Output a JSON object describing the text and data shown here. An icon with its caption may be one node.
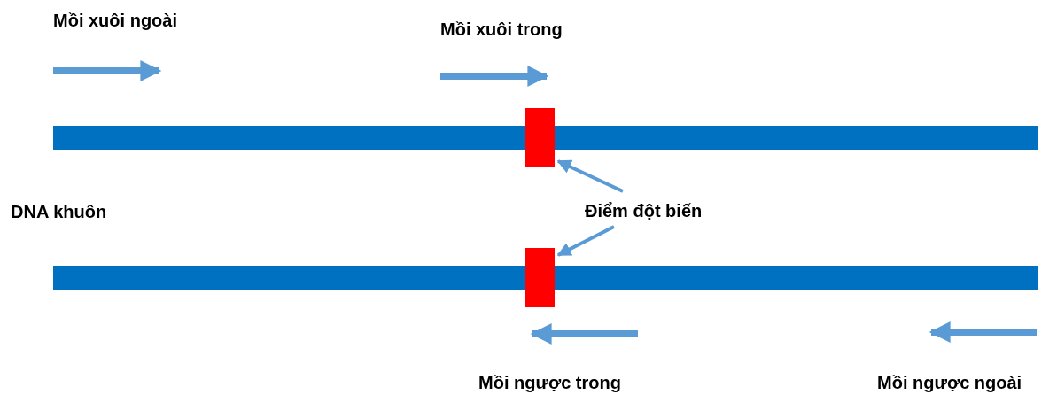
{
  "diagram": {
    "nodes": [
      {
        "text": [
          "Điểm đột biến"
        ]
      },
      {
        "text": [],
        "shape": "box"
      },
      {
        "text": [],
        "shape": "box"
      }
    ],
    "edges": [
      {
        "from": 0,
        "to": 1,
        "arrow": "to"
      },
      {
        "from": 0,
        "to": 2,
        "arrow": "to"
      }
    ],
    "labels": [
      "Mồi xuôi ngoài",
      "Mồi xuôi trong",
      "DNA khuôn",
      "Mồi ngược trong",
      "Mồi ngược ngoài"
    ]
  }
}
